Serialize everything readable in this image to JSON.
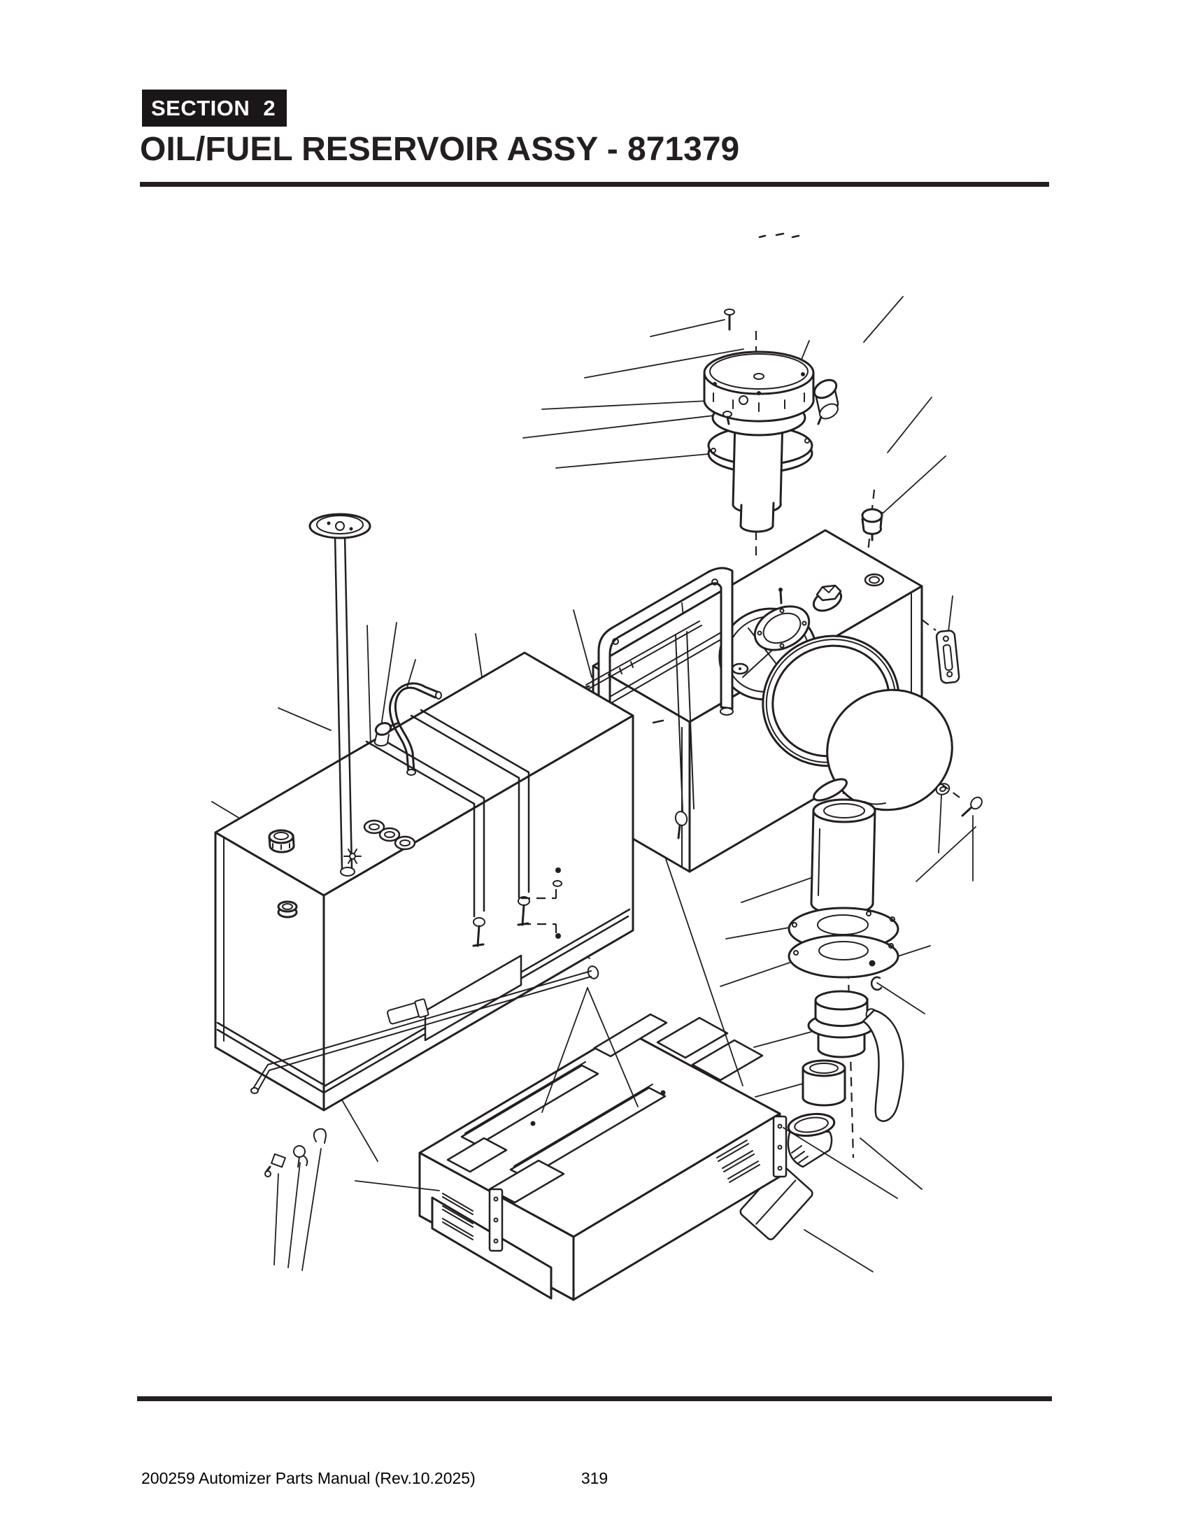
{
  "page": {
    "section_label": "SECTION 2",
    "title": "OIL/FUEL RESERVOIR ASSY - 871379",
    "footer_left": "200259 Automizer Parts Manual (Rev.10.2025)",
    "page_number": "319",
    "ink_color": "#231f20",
    "badge_background": "#1b1718",
    "background": "#ffffff"
  },
  "diagram": {
    "type": "exploded-parts-illustration",
    "description": "Exploded line drawing of the oil/fuel reservoir assembly: fuel tank with filler cap, neck and manhole cover, oil tank with dipstick, breather and hold-down straps, suction tube with ball valve and elbow, fittings, and mounting tray",
    "callout_numbers_visible": false
  }
}
